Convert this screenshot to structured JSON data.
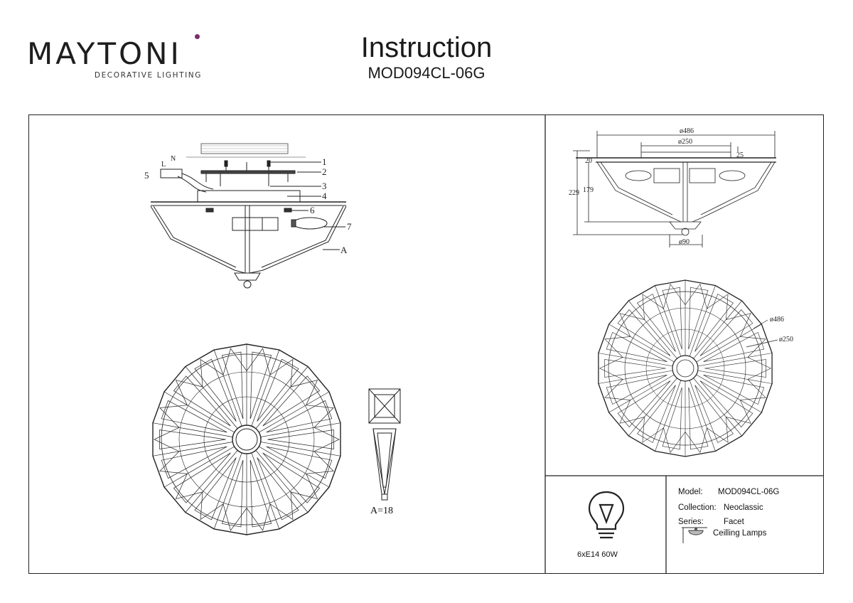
{
  "brand": {
    "name": "MAYTONI",
    "tagline": "DECORATIVE LIGHTING",
    "accent": "#7a2d6e"
  },
  "header": {
    "title": "Instruction",
    "model": "MOD094CL-06G"
  },
  "assembly": {
    "callouts": [
      {
        "label": "1"
      },
      {
        "label": "2"
      },
      {
        "label": "3"
      },
      {
        "label": "4"
      },
      {
        "label": "5"
      },
      {
        "label": "6"
      },
      {
        "label": "7"
      },
      {
        "label": "A"
      }
    ],
    "wire_labels": {
      "l": "L",
      "n": "N"
    },
    "crystal_label": "A=18"
  },
  "dimensions": {
    "side": {
      "d486": "ø486",
      "d250": "ø250",
      "d90": "ø90",
      "h229": "229",
      "h179": "179",
      "t20": "20",
      "t25": "25"
    },
    "top": {
      "d486": "ø486",
      "d250": "ø250"
    }
  },
  "specs": {
    "bulb": "6xE14 60W",
    "model_label": "Model:",
    "model_value": "MOD094CL-06G",
    "collection_label": "Collection:",
    "collection_value": "Neoclassic",
    "series_label": "Series:",
    "series_value": "Facet",
    "type_value": "Ceilling Lamps"
  }
}
